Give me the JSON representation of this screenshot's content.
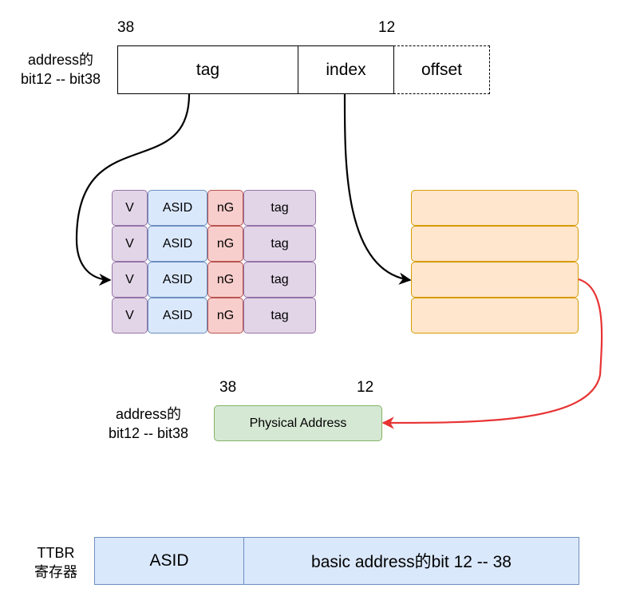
{
  "top_address": {
    "bit_high": "38",
    "bit_low": "12",
    "caption_line1": "address的",
    "caption_line2": "bit12 -- bit38",
    "fields": {
      "tag": "tag",
      "index": "index",
      "offset": "offset"
    }
  },
  "tlb_entries": {
    "rows": [
      {
        "v": "V",
        "asid": "ASID",
        "ng": "nG",
        "tag": "tag"
      },
      {
        "v": "V",
        "asid": "ASID",
        "ng": "nG",
        "tag": "tag"
      },
      {
        "v": "V",
        "asid": "ASID",
        "ng": "nG",
        "tag": "tag"
      },
      {
        "v": "V",
        "asid": "ASID",
        "ng": "nG",
        "tag": "tag"
      }
    ],
    "colors": {
      "v": "#e1d5e7",
      "asid": "#dae8fc",
      "ng": "#f8cecc",
      "tag": "#e1d5e7"
    }
  },
  "data_entries": {
    "count": 4,
    "color": "#ffe6cc",
    "border": "#d79b00"
  },
  "physical": {
    "bit_high": "38",
    "bit_low": "12",
    "caption_line1": "address的",
    "caption_line2": "bit12 -- bit38",
    "label": "Physical Address",
    "color": "#d5e8d4"
  },
  "ttbr": {
    "name_line1": "TTBR",
    "name_line2": "寄存器",
    "asid": "ASID",
    "base": "basic address的bit 12 -- 38",
    "color": "#dae8fc"
  },
  "arrow_colors": {
    "lookup": "#000000",
    "hit": "#e83333"
  }
}
